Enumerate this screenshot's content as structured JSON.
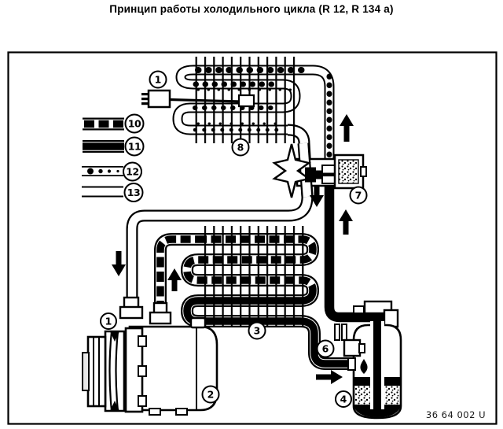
{
  "title": "Принцип работы холодильного цикла (R 12, R 134 a)",
  "doc_code": "36 64 002 U",
  "callouts": {
    "temperature_switch": "1",
    "magnetic_clutch": "1",
    "compressor": "2",
    "condenser": "3",
    "receiver_drier": "4",
    "sight_glass": "6",
    "expansion_valve": "7",
    "evaporator": "8"
  },
  "legend": {
    "high_pressure_vapor": "10",
    "high_pressure_liquid": "11",
    "low_pressure_vapor": "12",
    "low_pressure_liquid": "13"
  },
  "colors": {
    "line": "#000000",
    "background": "#ffffff"
  }
}
